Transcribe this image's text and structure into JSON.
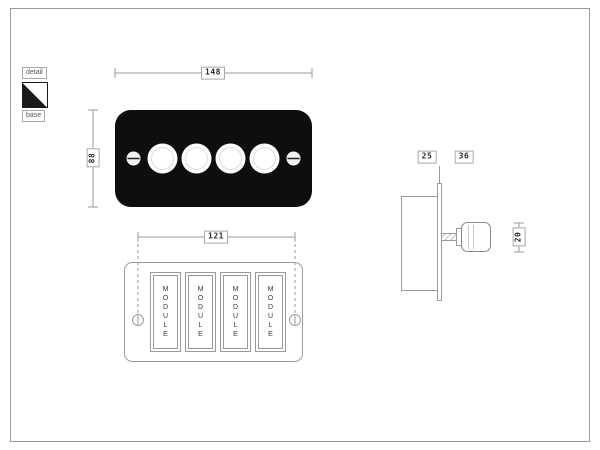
{
  "colors": {
    "plate": "#0e0e0e",
    "line": "#9a9a9a",
    "text": "#2b2b2b",
    "background": "#ffffff"
  },
  "legend": {
    "detail_label": "detail",
    "base_label": "base"
  },
  "detail_view": {
    "width_dim": "148",
    "height_dim": "88"
  },
  "base_view": {
    "width_dim": "121",
    "module_labels": [
      "MODULE",
      "MODULE",
      "MODULE",
      "MODULE"
    ]
  },
  "side_view": {
    "box_depth_dim": "25",
    "knob_projection_dim": "36",
    "knob_diameter_dim": "20"
  }
}
